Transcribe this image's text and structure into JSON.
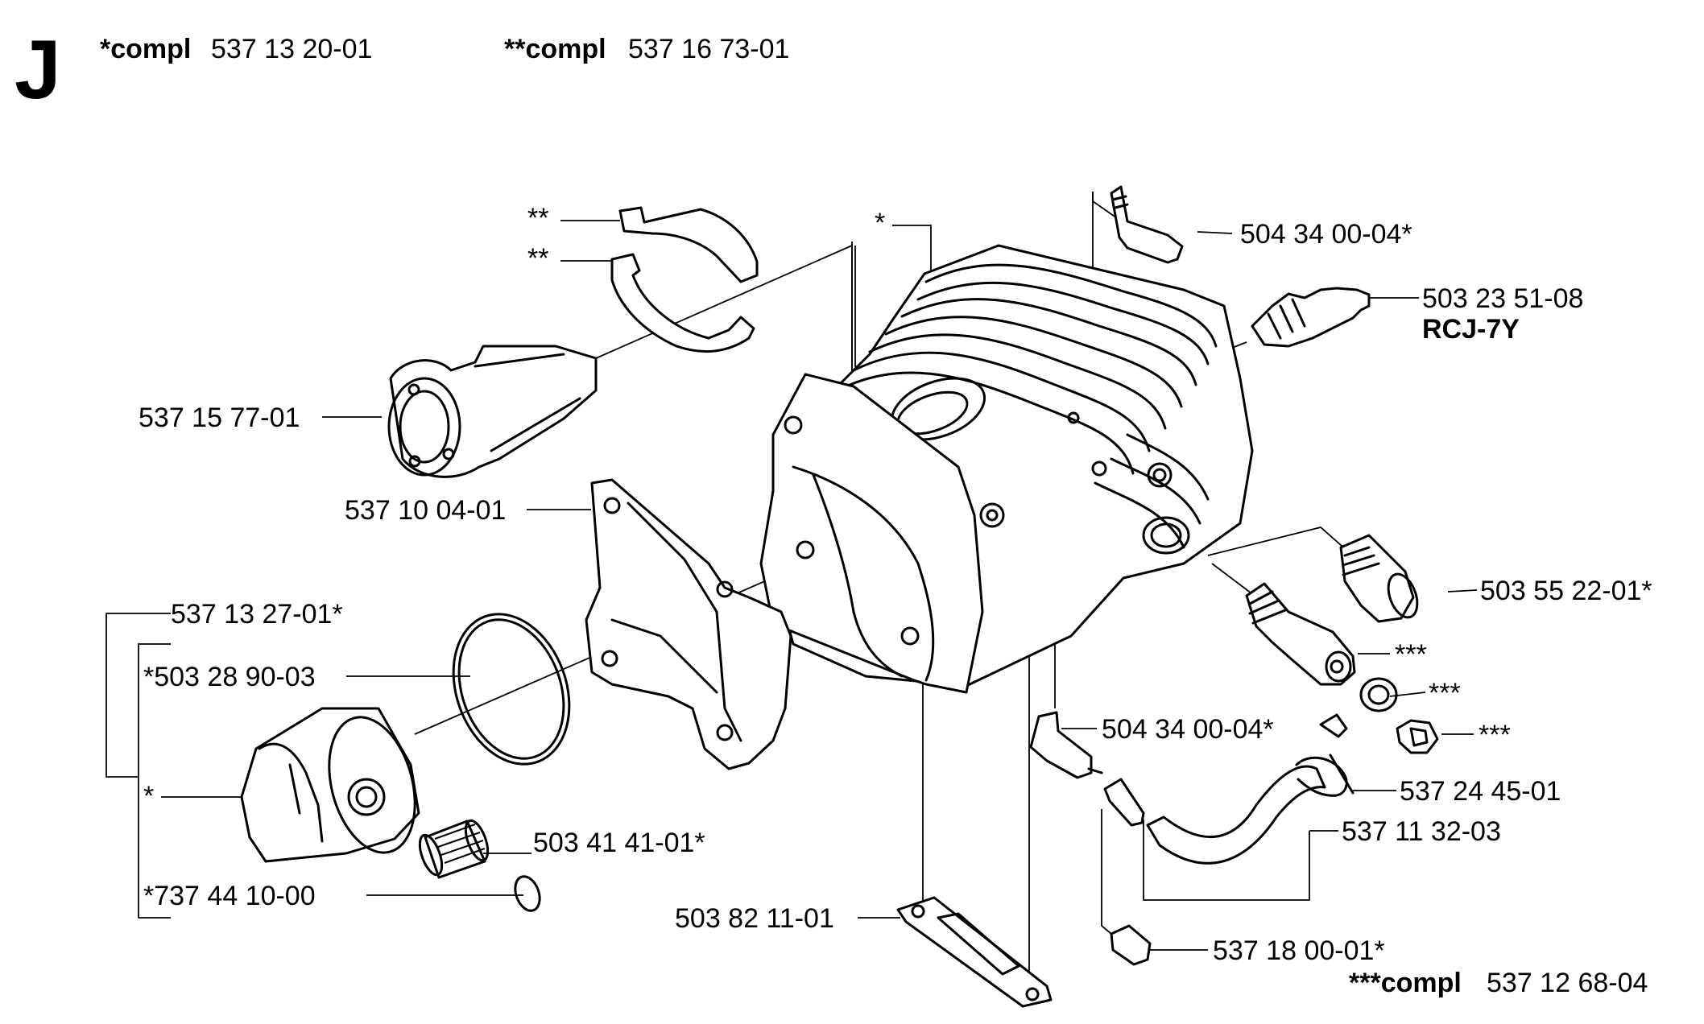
{
  "section_letter": "J",
  "header": {
    "kit1_prefix": "*compl",
    "kit1_number": "537 13 20-01",
    "kit2_prefix": "**compl",
    "kit2_number": "537 16 73-01"
  },
  "footer": {
    "kit3_prefix": "***compl",
    "kit3_number": "537 12 68-04"
  },
  "labels": {
    "clip_upper": "**",
    "clip_lower": "**",
    "cylinder": "*",
    "inlet_pipe": "537 15 77-01",
    "gasket_intake": "537 10 04-01",
    "piston_kit": "537 13 27-01*",
    "piston_ring": "*503 28 90-03",
    "piston": "*",
    "needle_bearing": "503 41 41-01*",
    "circlip": "*737 44 10-00",
    "nipple_top": "504 34 00-04*",
    "spark_plug": "503 23 51-08",
    "spark_plug_type": "RCJ-7Y",
    "plug_screw": "503 55 22-01*",
    "valve_a": "***",
    "valve_b": "***",
    "valve_c": "***",
    "nipple_bottom": "504 34 00-04*",
    "hose_clamp": "537 24 45-01",
    "hose": "537 11 32-03",
    "cylinder_gasket": "503 82 11-01",
    "plug": "537 18 00-01*"
  }
}
